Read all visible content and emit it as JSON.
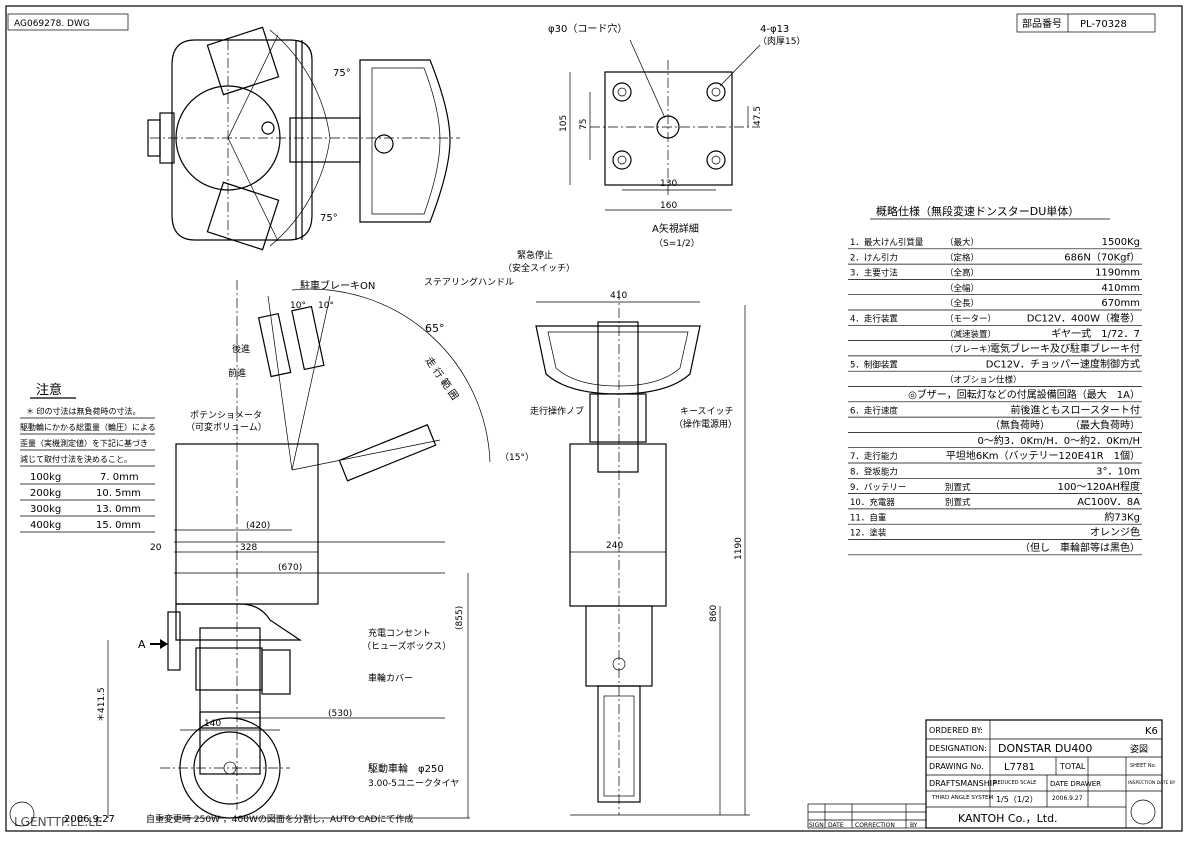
{
  "header": {
    "file_name": "AG069278. DWG",
    "part_no_label": "部品番号",
    "part_no": "PL-70328"
  },
  "top_view": {
    "angle_upper": "75°",
    "angle_lower": "75°"
  },
  "base_plate": {
    "hole_note": "φ30（コード穴）",
    "bolt_note_1": "4-φ13",
    "bolt_note_2": "（肉厚15）",
    "dims": {
      "h105": "105",
      "h75": "75",
      "h47": "47.5",
      "w130": "130",
      "w160": "160"
    }
  },
  "side_view": {
    "brake_label": "駐車ブレーキON",
    "angle_65": "65°",
    "range_label": "走 行 範 囲",
    "angle_10a": "10°",
    "angle_10b": "10°",
    "reverse": "後進",
    "forward": "前進",
    "pot_label_1": "ポテンショメータ",
    "pot_label_2": "（可変ボリューム）",
    "angle_15": "（15°）",
    "dim_420": "(420)",
    "dim_20": "20",
    "dim_328": "328",
    "dim_670": "(670)",
    "dim_855": "(855)",
    "dim_4115": "＊411.5",
    "dim_140": "140",
    "dim_530": "(530)",
    "arrow_a": "A",
    "charge_1": "充電コンセント",
    "charge_2": "（ヒューズボックス）",
    "wheel_cover": "車輪カバー",
    "drive_wheel_1": "駆動車輪　φ250",
    "drive_wheel_2": "3.00-5ユニークタイヤ"
  },
  "front_view": {
    "title": "A矢視詳細",
    "scale": "（S=1/2）",
    "estop_1": "緊急停止",
    "estop_2": "（安全スイッチ）",
    "steering": "ステアリングハンドル",
    "knob": "走行操作ノブ",
    "key_1": "キースイッチ",
    "key_2": "（操作電源用）",
    "dim_410": "410",
    "dim_240": "240",
    "dim_1190": "1190",
    "dim_860": "860"
  },
  "caution": {
    "title": "注意",
    "lines": [
      "＊ 印の寸法は無負荷時の寸法。",
      "駆動輪にかかる総重量（輪圧）による",
      "歪量（実機測定値）を下記に基づき",
      "減じて取付寸法を決めること。"
    ],
    "rows": [
      {
        "load": "100kg",
        "value": "7. 0mm"
      },
      {
        "load": "200kg",
        "value": "10. 5mm"
      },
      {
        "load": "300kg",
        "value": "13. 0mm"
      },
      {
        "load": "400kg",
        "value": "15. 0mm"
      }
    ]
  },
  "spec": {
    "title": "概略仕様（無段変速ドンスターDU単体）",
    "rows": [
      {
        "item": "1．最大けん引質量",
        "cond": "（最大）",
        "value": "1500Kg"
      },
      {
        "item": "2．けん引力",
        "cond": "（定格）",
        "value": "686N（70Kgf）"
      },
      {
        "item": "3．主要寸法",
        "cond": "（全高）",
        "value": "1190mm"
      },
      {
        "item": "",
        "cond": "（全幅）",
        "value": "410mm"
      },
      {
        "item": "",
        "cond": "（全長）",
        "value": "670mm"
      },
      {
        "item": "4．走行装置",
        "cond": "（モーター）",
        "value": "DC12V．400W（複巻）"
      },
      {
        "item": "",
        "cond": "（減速装置）",
        "value": "ギヤ一式　1/72．7"
      },
      {
        "item": "",
        "cond": "（ブレーキ）",
        "value": "電気ブレーキ及び駐車ブレーキ付"
      },
      {
        "item": "5．制御装置",
        "cond": "",
        "value": "DC12V．チョッパー速度制御方式"
      },
      {
        "item": "",
        "cond": "（オプション仕様）",
        "value": ""
      },
      {
        "item": "",
        "cond": "",
        "value": "◎ブザー，回転灯などの付属設備回路（最大　1A）"
      },
      {
        "item": "6．走行速度",
        "cond": "",
        "value": "前後進ともスロースタート付"
      },
      {
        "item": "",
        "cond": "",
        "value": "（無負荷時）　　　（最大負荷時）"
      },
      {
        "item": "",
        "cond": "",
        "value": "0～約3．0Km/H．0～約2．0Km/H"
      },
      {
        "item": "7．走行能力",
        "cond": "",
        "value": "平坦地6Km（バッテリー120E41R　1個）"
      },
      {
        "item": "8．登坂能力",
        "cond": "",
        "value": "3°．10m"
      },
      {
        "item": "9．バッテリー",
        "cond": "別置式",
        "value": "100～120AH程度"
      },
      {
        "item": "10．充電器",
        "cond": "別置式",
        "value": "AC100V．8A"
      },
      {
        "item": "11．自重",
        "cond": "",
        "value": "約73Kg"
      },
      {
        "item": "12．塗装",
        "cond": "",
        "value": "オレンジ色"
      },
      {
        "item": "",
        "cond": "",
        "value": "（但し　車輪部等は黒色）"
      }
    ]
  },
  "title_block": {
    "ordered_by_label": "ORDERED BY:",
    "ordered_by": "K6",
    "designation_label": "DESIGNATION:",
    "designation": "DONSTAR DU400",
    "designation_kind": "姿図",
    "drawing_no_label": "DRAWING No.",
    "drawing_no": "L7781",
    "total_label": "TOTAL",
    "sheet_label": "SHEET No.",
    "drafts_label": "DRAFTSMANSHIP",
    "reduced_label": "REDUCED SCALE",
    "date_drawer_label": "DATE DRAWER",
    "inspection_label": "INSPECTION DATE BY",
    "third_angle": "THIRD ANGLE SYSTEM",
    "scale": "1/5（1/2）",
    "date": "2006.9.27",
    "company": "KANTOH Co.，Ltd."
  },
  "revision": {
    "sign": "SIGN",
    "date": "DATE",
    "correction": "CORRECTION",
    "by": "BY"
  },
  "footer": {
    "overlay": "LGENTTP.LE.LE",
    "date": "2006.9.27",
    "note": "自重変更時 250W ，400Wの図面を分割し，AUTO CADにて作成"
  }
}
